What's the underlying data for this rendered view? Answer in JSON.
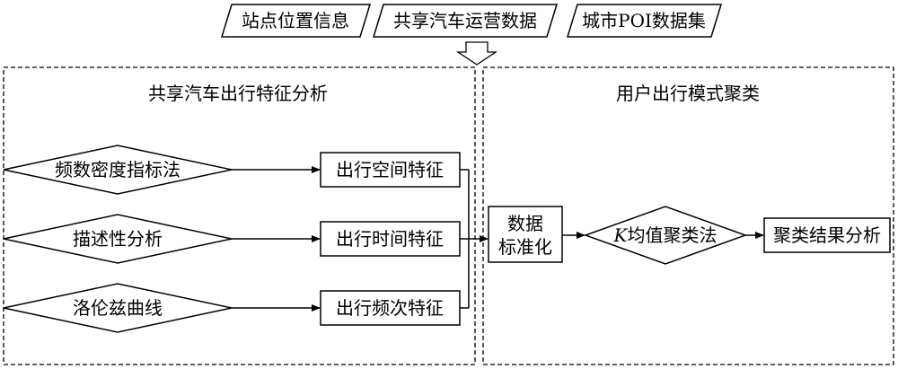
{
  "inputs": {
    "station_location": "站点位置信息",
    "carshare_operations": "共享汽车运营数据",
    "city_poi": "城市POI数据集"
  },
  "left_panel": {
    "title": "共享汽车出行特征分析",
    "methods": [
      "频数密度指标法",
      "描述性分析",
      "洛伦兹曲线"
    ],
    "features": [
      "出行空间特征",
      "出行时间特征",
      "出行频次特征"
    ]
  },
  "right_panel": {
    "title": "用户出行模式聚类",
    "normalize_line1": "数据",
    "normalize_line2": "标准化",
    "kmeans_k": "K",
    "kmeans_rest": "均值聚类法",
    "result": "聚类结果分析"
  }
}
